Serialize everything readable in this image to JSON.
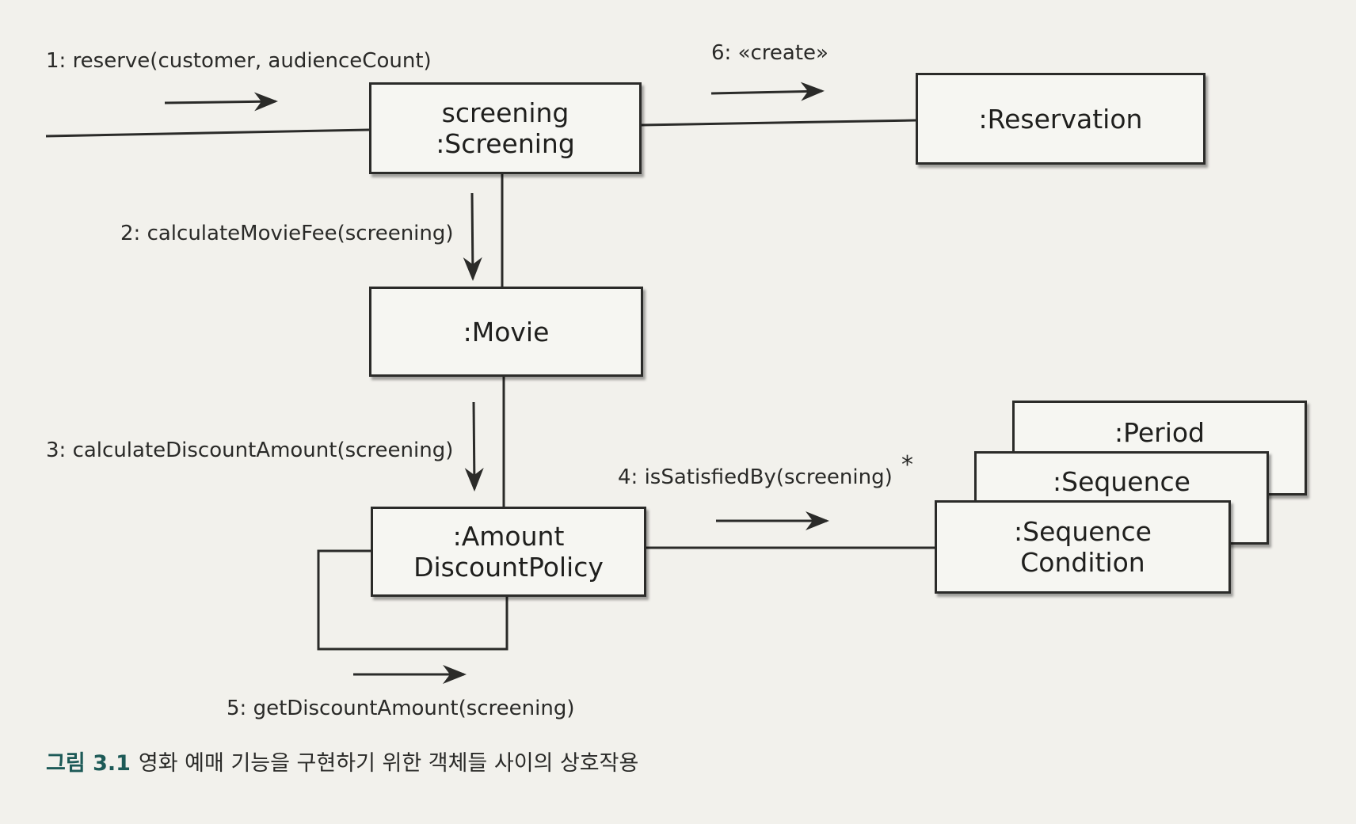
{
  "objects": {
    "screening": "screening\n:Screening",
    "reservation": ":Reservation",
    "movie": ":Movie",
    "amount_discount_policy": ":Amount\nDiscountPolicy",
    "period": ":Period",
    "sequence": ":Sequence",
    "sequence_condition": ":Sequence\nCondition"
  },
  "messages": {
    "m1": "1: reserve(customer, audienceCount)",
    "m2": "2: calculateMovieFee(screening)",
    "m3": "3: calculateDiscountAmount(screening)",
    "m4": "4: isSatisfiedBy(screening)",
    "m4_multiplicity": "*",
    "m5": "5: getDiscountAmount(screening)",
    "m6": "6: «create»"
  },
  "caption": {
    "number": "그림 3.1",
    "text": "영화 예매 기능을 구현하기 위한 객체들 사이의 상호작용"
  }
}
